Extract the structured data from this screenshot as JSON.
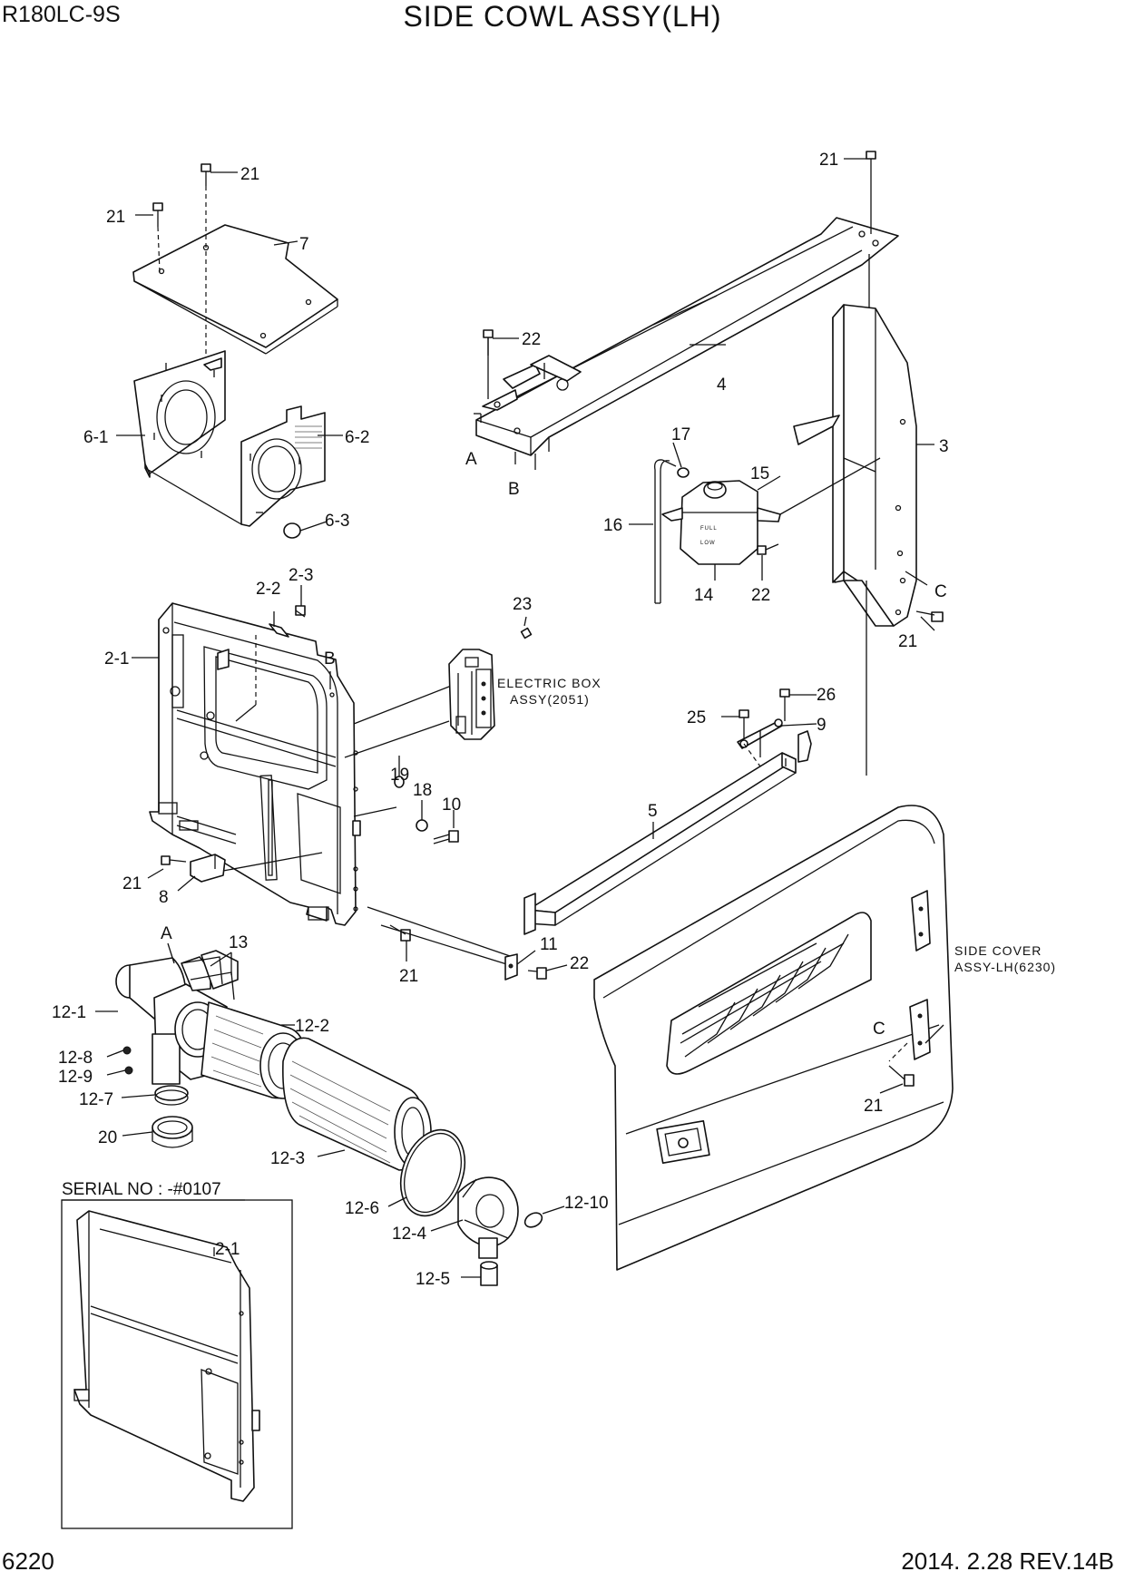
{
  "header": {
    "model": "R180LC-9S",
    "title": "SIDE COWL ASSY(LH)"
  },
  "footer": {
    "page_number": "6220",
    "revision": "2014. 2.28  REV.14B"
  },
  "notes": {
    "electric_box_line1": "ELECTRIC BOX",
    "electric_box_line2": "ASSY(2051)",
    "side_cover_line1": "SIDE COVER",
    "side_cover_line2": "ASSY-LH(6230)",
    "serial_no": "SERIAL NO : -#0107"
  },
  "callouts": {
    "p21a": "21",
    "p21b": "21",
    "p7": "7",
    "p6_1": "6-1",
    "p6_2": "6-2",
    "p6_3": "6-3",
    "p22a": "22",
    "p4": "4",
    "pA1": "A",
    "pB1": "B",
    "p21c": "21",
    "p3": "3",
    "p17": "17",
    "p15": "15",
    "p16": "16",
    "p14": "14",
    "p22b": "22",
    "pC1": "C",
    "p21d": "21",
    "p2_3": "2-3",
    "p2_2": "2-2",
    "p2_1": "2-1",
    "pB2": "B",
    "p23": "23",
    "p26": "26",
    "p25": "25",
    "p9": "9",
    "p19": "19",
    "p18": "18",
    "p10": "10",
    "p5": "5",
    "p21e": "21",
    "p8": "8",
    "p21f": "21",
    "p11": "11",
    "p22c": "22",
    "pA2": "A",
    "p13": "13",
    "p12_1": "12-1",
    "p12_2": "12-2",
    "p12_8": "12-8",
    "p12_9": "12-9",
    "p12_7": "12-7",
    "p20": "20",
    "p12_3": "12-3",
    "p12_6": "12-6",
    "p12_4": "12-4",
    "p12_10": "12-10",
    "p12_5": "12-5",
    "pC2": "C",
    "p21g": "21",
    "p2_1b": "2-1"
  }
}
